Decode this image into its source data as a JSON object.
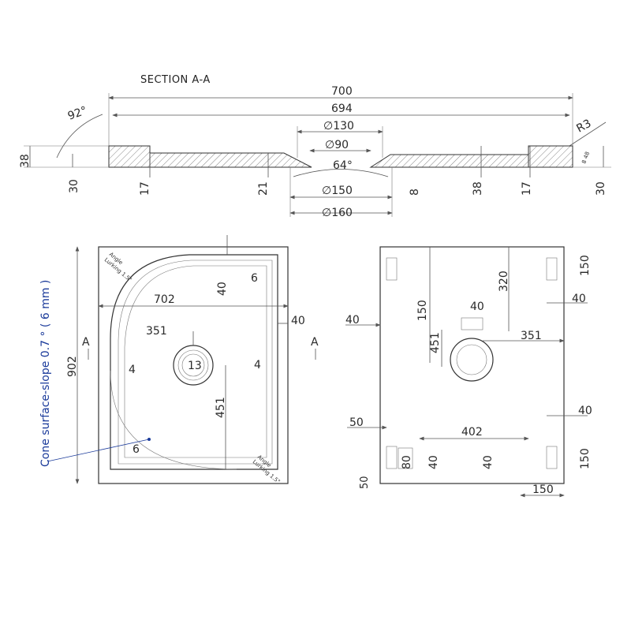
{
  "section": {
    "title": "SECTION A-A",
    "overall_width": "700",
    "inner_width": "694",
    "radius": "R3",
    "angle_outer": "92°",
    "angle_drain": "64°",
    "drain_d130": "∅130",
    "drain_d90": "∅90",
    "drain_d150": "∅150",
    "drain_d160": "∅160",
    "height_38_left": "38",
    "height_30_left": "30",
    "height_17_left": "17",
    "height_21": "21",
    "height_8": "8",
    "height_38_right": "38",
    "height_17_right": "17",
    "height_30_right": "30",
    "small_label": "8 48"
  },
  "top_view": {
    "height": "902",
    "width": "702",
    "half_width": "351",
    "top_gap": "40",
    "corner_val": "6",
    "right_gap": "40",
    "drain_d": "13",
    "to_drain": "451",
    "side_left": "4",
    "side_right": "4",
    "bottom_val": "6",
    "section_mark_left": "A",
    "section_mark_right": "A",
    "angle_note_top_1": "Angle",
    "angle_note_top_2": "Lurking 1.5°",
    "angle_note_bottom_1": "Angle",
    "angle_note_bottom_2": "Lurking 1.5°",
    "cone_note": "Cone surface-slope 0.7 ° ( 6 mm )"
  },
  "bottom_view": {
    "left_40": "40",
    "d150_v": "150",
    "d451": "451",
    "d320": "320",
    "d40_pad": "40",
    "d351": "351",
    "right_40_top": "40",
    "right_150_top": "150",
    "left_50": "50",
    "d402": "402",
    "d80": "80",
    "d40_b1": "40",
    "d40_b2": "40",
    "right_40_bottom": "40",
    "right_150_bottom": "150",
    "d50_bottom": "50",
    "d150_bottom": "150"
  },
  "colors": {
    "line": "#555555",
    "dimension_text": "#2a2a2a",
    "annotation_blue": "#1a3a9a",
    "hatch": "#666666"
  }
}
